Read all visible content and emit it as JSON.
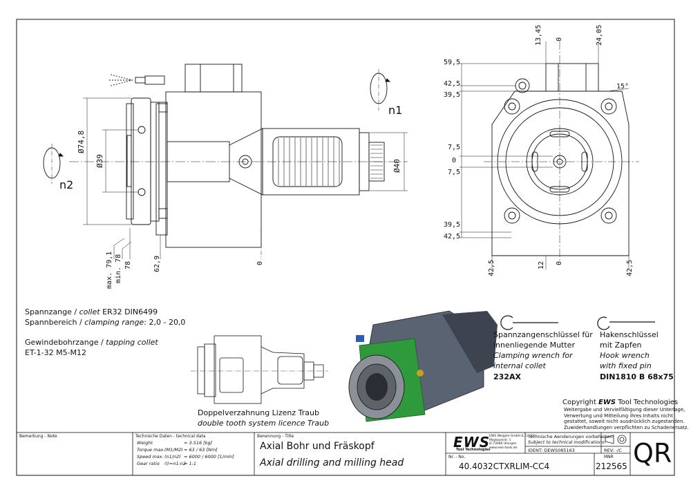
{
  "dims_side": {
    "d748": "Ø74,8",
    "d39": "Ø39",
    "d40": "Ø40",
    "n1": "n1",
    "n2": "n2",
    "max": "max. 79,1",
    "min": "min. 78",
    "v78": "78",
    "v629": "62,9",
    "v0": "0"
  },
  "dims_front": {
    "top_1345": "13,45",
    "top_0": "0",
    "top_2405": "24,05",
    "angle": "15°",
    "left": [
      "59,5",
      "42,5",
      "39,5",
      "7,5",
      "0",
      "7,5",
      "39,5",
      "42,5"
    ],
    "bottom": [
      "42,5",
      "12",
      "0",
      "42,5"
    ]
  },
  "notes": {
    "l1a": "Spannzange / ",
    "l1b": "collet",
    "l1c": "ER32   DIN6499",
    "l2a": "Spannbereich / ",
    "l2b": "clamping range",
    "l2c": ": 2,0 - 20,0",
    "l3a": "Gewindebohrzange / ",
    "l3b": "tapping collet",
    "l4": "ET-1-32   M5-M12"
  },
  "licence": {
    "de": "Doppelverzahnung Lizenz Traub",
    "en": "double tooth system licence Traub"
  },
  "wrench1": {
    "l1": "Spannzangenschlüssel für",
    "l2": "innenliegende Mutter",
    "l3": "Clamping wrench for",
    "l4": "internal collet",
    "code": "232AX"
  },
  "wrench2": {
    "l1": "Hakenschlüssel",
    "l2": "mit Zapfen",
    "l3": "Hook wrench",
    "l4": "with fixed pin",
    "code": "DIN1810  B  68x75"
  },
  "copyright": {
    "a": "Copyright ",
    "b": "EWS",
    "c": " Tool Technologies",
    "lines": [
      "Weitergabe und Vervielfältigung dieser Unterlage,",
      "Verwertung und Mitteilung ihres Inhalts nicht",
      "gestattet, soweit nicht ausdrücklich zugestanden.",
      "Zuwiderhandlungen verpflichten zu Schadenersatz."
    ]
  },
  "titleblock": {
    "remarks": "Bemerkung - Note",
    "techdata": "Technische Daten - technical data",
    "rows": [
      {
        "k": "Weight",
        "u": "",
        "v": "= 3.516 [kg]"
      },
      {
        "k": "Torque max.",
        "u": "(M1/M2)",
        "v": "= 63 / 63 [Nm]"
      },
      {
        "k": "Speed max.",
        "u": "(n1/n2)",
        "v": "= 6000 / 6000 [1/min]"
      },
      {
        "k": "Gear ratio",
        "u": "(i)=n1:n2",
        "v": "= 1:1"
      }
    ],
    "title_label": "Benennung - Title",
    "title_de": "Axial Bohr und Fräskopf",
    "title_en": "Axial drilling and milling head",
    "nr_label": "Nr. - No.",
    "number": "40.4032CTXRLIM-CC4",
    "logo": "EWS",
    "logo_sub": "Tool Technologies",
    "company": [
      "EWS Weigele GmbH & Co. KG",
      "Maybachstr. 1",
      "D-73066 Uhingen",
      "www.ews-tools.de"
    ],
    "change_de": "Technische Aenderungen vorbehalten!",
    "change_en": "Subject to technical modifications!",
    "ident": "IDENT:  DEWS085163",
    "rev": "REV:  -/C",
    "mnr_label": "MNR",
    "mnr": "212565",
    "qr": "QR"
  }
}
